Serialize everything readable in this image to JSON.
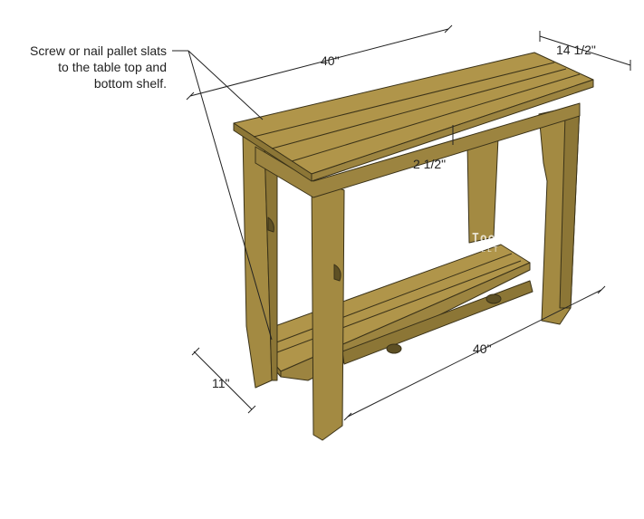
{
  "annotation": {
    "lines": [
      "Screw or nail pallet slats",
      "to the table top and",
      "bottom shelf."
    ]
  },
  "dimensions": {
    "top_length": "40\"",
    "top_depth": "14 1/2\"",
    "apron_height": "2 1/2\"",
    "shelf_depth": "11\"",
    "shelf_length": "40\""
  },
  "watermark": {
    "line1": "Tool",
    "line2": "BELT"
  },
  "colors": {
    "wood_top": "#b0954a",
    "wood_front": "#9c8440",
    "wood_dark": "#7d6a30",
    "line": "#222222"
  }
}
